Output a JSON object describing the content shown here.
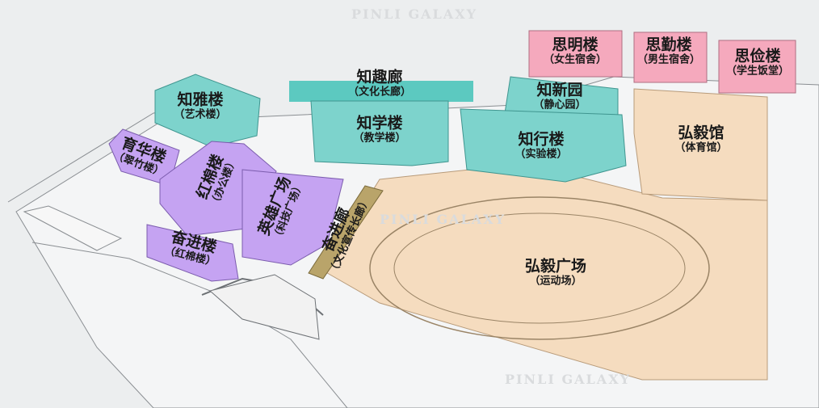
{
  "map": {
    "buildings": {
      "siming": {
        "name": "思明楼",
        "sub": "（女生宿舍）",
        "color": "#f5a9bd"
      },
      "siqin": {
        "name": "思勤楼",
        "sub": "（男生宿舍）",
        "color": "#f5a9bd"
      },
      "sijian": {
        "name": "思俭楼",
        "sub": "（学生饭堂）",
        "color": "#f5a9bd"
      },
      "zhiqulang": {
        "name": "知趣廊",
        "sub": "（文化长廊）",
        "color": "#5cc9c0"
      },
      "zhiya": {
        "name": "知雅楼",
        "sub": "（艺术楼）",
        "color": "#7dd3cc"
      },
      "zhixinyuan": {
        "name": "知新园",
        "sub": "（静心园）",
        "color": "#7dd3cc"
      },
      "zhixue": {
        "name": "知学楼",
        "sub": "（教学楼）",
        "color": "#7dd3cc"
      },
      "zhixing": {
        "name": "知行楼",
        "sub": "（实验楼）",
        "color": "#7dd3cc"
      },
      "hongyiguan": {
        "name": "弘毅馆",
        "sub": "（体育馆）",
        "color": "#f5dcbf"
      },
      "yuhua": {
        "name": "育华楼",
        "sub": "（翠竹楼）",
        "color": "#c5a3f2"
      },
      "hongmian": {
        "name": "红棉楼",
        "sub": "（办公楼）",
        "color": "#c5a3f2"
      },
      "yingxiong": {
        "name": "英雄广场",
        "sub": "（科技广场）",
        "color": "#c5a3f2"
      },
      "fenjinlang": {
        "name": "奋进廊",
        "sub": "（文化宣传长廊）",
        "color": "#b9a46a"
      },
      "fenjin": {
        "name": "奋进楼",
        "sub": "（红棉楼）",
        "color": "#c5a3f2"
      },
      "hongyiguangchang": {
        "name": "弘毅广场",
        "sub": "（运动场）",
        "color": "#f5dcbf"
      }
    },
    "watermark": {
      "text": "PINLI GALAXY"
    }
  }
}
